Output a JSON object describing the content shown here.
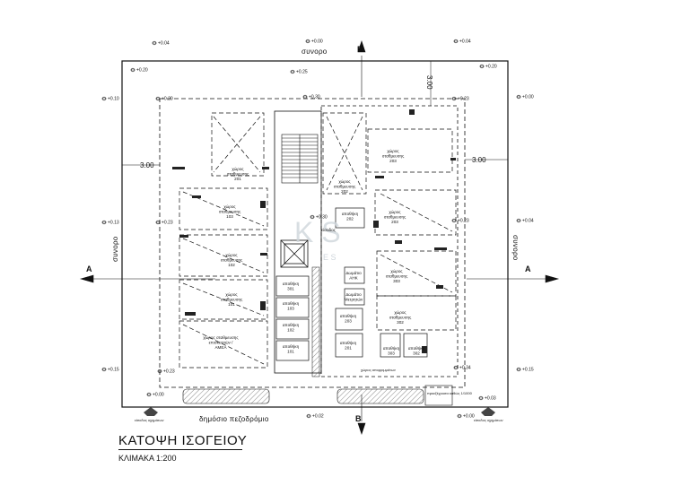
{
  "drawing": {
    "title": "ΚΑΤΟΨΗ ΙΣΟΓΕΙΟΥ",
    "scale": "ΚΛΙΜΑΚΑ 1:200",
    "boundary_label": "συνορο",
    "street_label": "δημόσιο πεζοδρόμιο",
    "dim_top": "3.00",
    "dim_left": "3.00",
    "dim_right": "3.00",
    "section_a": "A",
    "section_b": "B",
    "watermark": "K S",
    "watermark_small": "E S",
    "side_note": "προεξέχουσα καθώς 1/1000"
  },
  "levels": [
    {
      "id": "l1",
      "text": "+0.04"
    },
    {
      "id": "l2",
      "text": "+0.00"
    },
    {
      "id": "l3",
      "text": "+0.04"
    },
    {
      "id": "l4",
      "text": "+0.20"
    },
    {
      "id": "l5",
      "text": "+0.25"
    },
    {
      "id": "l6",
      "text": "+0.20"
    },
    {
      "id": "l7",
      "text": "+0.10"
    },
    {
      "id": "l8",
      "text": "+0.20"
    },
    {
      "id": "l9",
      "text": "+0.30"
    },
    {
      "id": "l10",
      "text": "+0.23"
    },
    {
      "id": "l11",
      "text": "+0.00"
    },
    {
      "id": "l12",
      "text": "+0.13"
    },
    {
      "id": "l13",
      "text": "+0.23"
    },
    {
      "id": "l14",
      "text": "+0.30"
    },
    {
      "id": "l15",
      "text": "+0.23"
    },
    {
      "id": "l16",
      "text": "+0.04"
    },
    {
      "id": "l17",
      "text": "+0.15"
    },
    {
      "id": "l18",
      "text": "+0.23"
    },
    {
      "id": "l19",
      "text": "+0.34"
    },
    {
      "id": "l20",
      "text": "+0.15"
    },
    {
      "id": "l21",
      "text": "+0.00"
    },
    {
      "id": "l22",
      "text": "+0.02"
    },
    {
      "id": "l23",
      "text": "+0.00"
    },
    {
      "id": "l24",
      "text": "+0.03"
    }
  ],
  "rooms": [
    {
      "id": "r1",
      "l1": "χώρος",
      "l2": "σταθμευσης",
      "l3": "201"
    },
    {
      "id": "r2",
      "l1": "χώρος",
      "l2": "σταθμευσης",
      "l3": "202"
    },
    {
      "id": "r3",
      "l1": "χώρος",
      "l2": "σταθμευσης",
      "l3": "203"
    },
    {
      "id": "r4",
      "l1": "χώρος",
      "l2": "σταθμευσης",
      "l3": "103"
    },
    {
      "id": "r5",
      "l1": "χώρος",
      "l2": "σταθμευσης",
      "l3": "203"
    },
    {
      "id": "r6",
      "l1": "χώρος",
      "l2": "σταθμευσης",
      "l3": "102"
    },
    {
      "id": "r7",
      "l1": "χώρος",
      "l2": "σταθμευσης",
      "l3": "101"
    },
    {
      "id": "r8",
      "l1": "χώρος σταθμευσης",
      "l2": "επισκεπτών /",
      "l3": "ΑΜΕΑ"
    },
    {
      "id": "r9",
      "l1": "χώρος",
      "l2": "σταθμευσης",
      "l3": "303"
    },
    {
      "id": "r10",
      "l1": "χώρος",
      "l2": "σταθμευσης",
      "l3": "302"
    },
    {
      "id": "r11",
      "l1": "αποθήκη",
      "l2": "301",
      "l3": ""
    },
    {
      "id": "r12",
      "l1": "αποθήκη",
      "l2": "103",
      "l3": ""
    },
    {
      "id": "r13",
      "l1": "αποθήκη",
      "l2": "102",
      "l3": ""
    },
    {
      "id": "r14",
      "l1": "αποθήκη",
      "l2": "101",
      "l3": ""
    },
    {
      "id": "r15",
      "l1": "αποθήκη",
      "l2": "202",
      "l3": ""
    },
    {
      "id": "r16",
      "l1": "αποθήκη",
      "l2": "203",
      "l3": ""
    },
    {
      "id": "r17",
      "l1": "αποθήκη",
      "l2": "201",
      "l3": ""
    },
    {
      "id": "r18",
      "l1": "αποθήκη",
      "l2": "303",
      "l3": ""
    },
    {
      "id": "r19",
      "l1": "αποθήκη",
      "l2": "302",
      "l3": ""
    },
    {
      "id": "r20",
      "l1": "είσοδος",
      "l2": "",
      "l3": ""
    },
    {
      "id": "r21",
      "l1": "Δωμάτιο",
      "l2": "ΑΗΚ",
      "l3": ""
    },
    {
      "id": "r22",
      "l1": "Δωμάτιο",
      "l2": "Μετρητών",
      "l3": ""
    }
  ],
  "notes": {
    "entry_left": "είσοδος οχημάτων",
    "entry_right": "είσοδος οχημάτων",
    "bin_label": "χώρος απορριμμάτων"
  }
}
